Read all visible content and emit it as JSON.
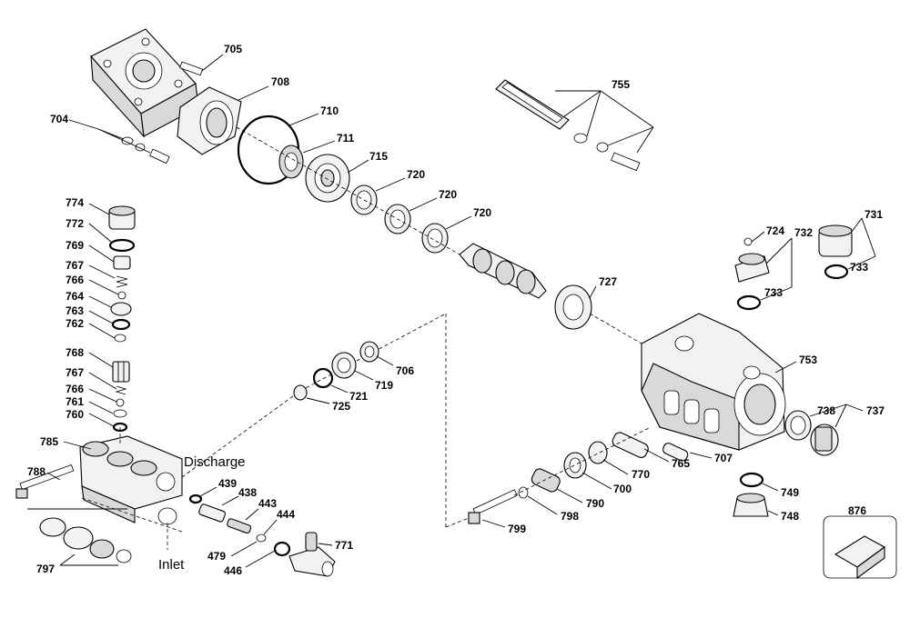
{
  "callouts": {
    "discharge": "Discharge",
    "inlet": "Inlet"
  },
  "labels": {
    "l704": "704",
    "l705": "705",
    "l708": "708",
    "l710": "710",
    "l711": "711",
    "l715": "715",
    "l720a": "720",
    "l720b": "720",
    "l720c": "720",
    "l755": "755",
    "l774": "774",
    "l772": "772",
    "l769": "769",
    "l767a": "767",
    "l766a": "766",
    "l764": "764",
    "l763": "763",
    "l762": "762",
    "l768": "768",
    "l767b": "767",
    "l766b": "766",
    "l761": "761",
    "l760": "760",
    "l785": "785",
    "l788": "788",
    "l797": "797",
    "l724": "724",
    "l732": "732",
    "l731": "731",
    "l733a": "733",
    "l733b": "733",
    "l727": "727",
    "l753": "753",
    "l706": "706",
    "l719": "719",
    "l721": "721",
    "l725": "725",
    "l738": "738",
    "l737": "737",
    "l707": "707",
    "l765": "765",
    "l770": "770",
    "l700": "700",
    "l790": "790",
    "l798": "798",
    "l799": "799",
    "l749": "749",
    "l748": "748",
    "l876": "876",
    "l439": "439",
    "l438": "438",
    "l443": "443",
    "l444": "444",
    "l479": "479",
    "l446": "446",
    "l771": "771"
  }
}
